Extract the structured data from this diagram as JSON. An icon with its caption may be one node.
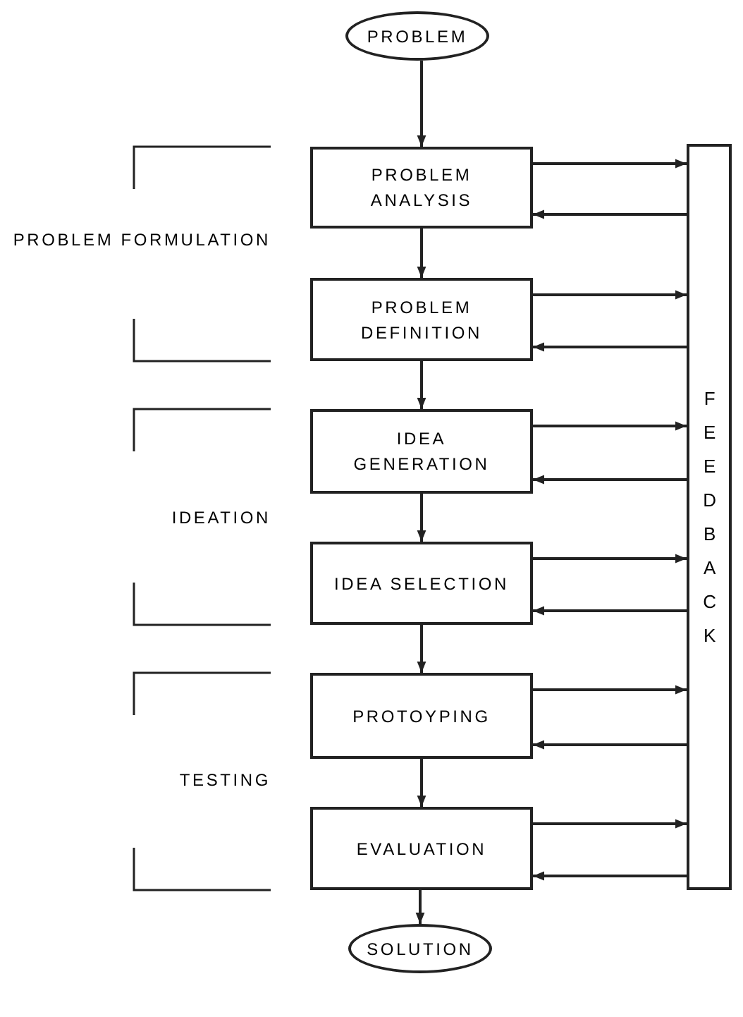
{
  "diagram": {
    "nodes": [
      {
        "text": [
          "PROBLEM"
        ]
      },
      {
        "text": [
          "PROBLEM ANALYSIS"
        ]
      },
      {
        "text": [
          "PROBLEM DEFINITION"
        ]
      },
      {
        "text": [
          "IDEA GENERATION"
        ]
      },
      {
        "text": [
          "IDEA SELECTION"
        ]
      },
      {
        "text": [
          "PROTOYPING"
        ]
      },
      {
        "text": [
          "EVALUATION"
        ]
      },
      {
        "text": [
          "SOLUTION"
        ]
      },
      {
        "text": [
          "FEEDBACK"
        ]
      }
    ],
    "edges": [
      {
        "from": 0,
        "to": 1,
        "arrow": "to"
      },
      {
        "from": 1,
        "to": 2,
        "arrow": "to"
      },
      {
        "from": 2,
        "to": 3,
        "arrow": "to"
      },
      {
        "from": 3,
        "to": 4,
        "arrow": "to"
      },
      {
        "from": 4,
        "to": 5,
        "arrow": "to"
      },
      {
        "from": 5,
        "to": 6,
        "arrow": "to"
      },
      {
        "from": 6,
        "to": 7,
        "arrow": "to"
      },
      {
        "from": 1,
        "to": 8,
        "arrow": "to"
      },
      {
        "from": 8,
        "to": 1,
        "arrow": "to"
      },
      {
        "from": 2,
        "to": 8,
        "arrow": "to"
      },
      {
        "from": 8,
        "to": 2,
        "arrow": "to"
      },
      {
        "from": 3,
        "to": 8,
        "arrow": "to"
      },
      {
        "from": 8,
        "to": 3,
        "arrow": "to"
      },
      {
        "from": 4,
        "to": 8,
        "arrow": "to"
      },
      {
        "from": 8,
        "to": 4,
        "arrow": "to"
      },
      {
        "from": 5,
        "to": 8,
        "arrow": "to"
      },
      {
        "from": 8,
        "to": 5,
        "arrow": "to"
      },
      {
        "from": 6,
        "to": 8,
        "arrow": "to"
      },
      {
        "from": 8,
        "to": 6,
        "arrow": "to"
      }
    ],
    "labels": [
      "PROBLEM FORMULATION",
      "IDEATION",
      "TESTING"
    ]
  }
}
